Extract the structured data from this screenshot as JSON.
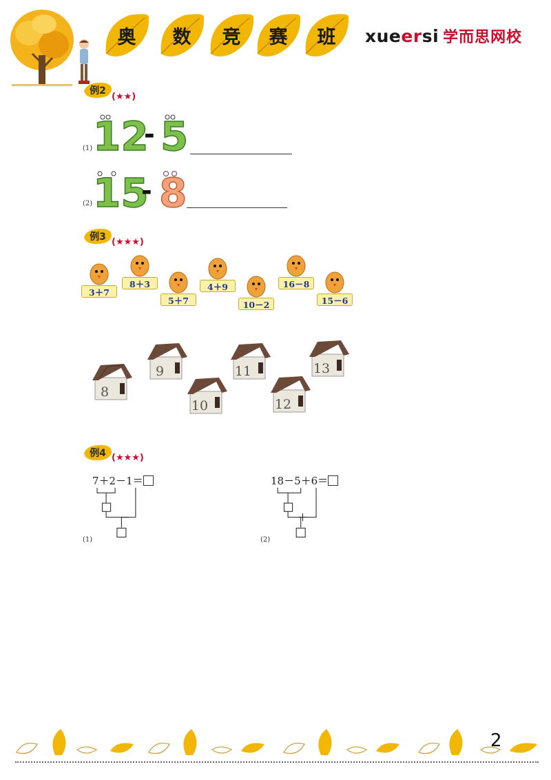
{
  "header": {
    "title_chars": [
      "奥",
      "数",
      "竞",
      "赛",
      "班"
    ],
    "brand_xue": "xue",
    "brand_er": "er",
    "brand_si": "si",
    "brand_cn": "学而思网校"
  },
  "examples": [
    {
      "label": "例2",
      "stars": "(★★)",
      "problems": [
        {
          "num": "(1)",
          "expr_left": "12",
          "expr_op": "-",
          "expr_right": "5"
        },
        {
          "num": "(2)",
          "expr_left": "15",
          "expr_op": "-",
          "expr_right": "8"
        }
      ]
    },
    {
      "label": "例3",
      "stars": "(★★★)",
      "chicks": [
        "3＋7",
        "8＋3",
        "5＋7",
        "4＋9",
        "10－2",
        "16－8",
        "15－6"
      ],
      "houses": [
        "8",
        "9",
        "10",
        "11",
        "12",
        "13"
      ]
    },
    {
      "label": "例4",
      "stars": "(★★★)",
      "problems": [
        {
          "num": "(1)",
          "equation": "7＋2－1＝",
          "op": "－"
        },
        {
          "num": "(2)",
          "equation": "18－5＋6＝",
          "op": "＋"
        }
      ]
    }
  ],
  "page_number": "2",
  "colors": {
    "accent": "#c8102e",
    "leaf": "#f2b705",
    "sign_text": "#1f3b82",
    "roof": "#6b4a3a"
  }
}
